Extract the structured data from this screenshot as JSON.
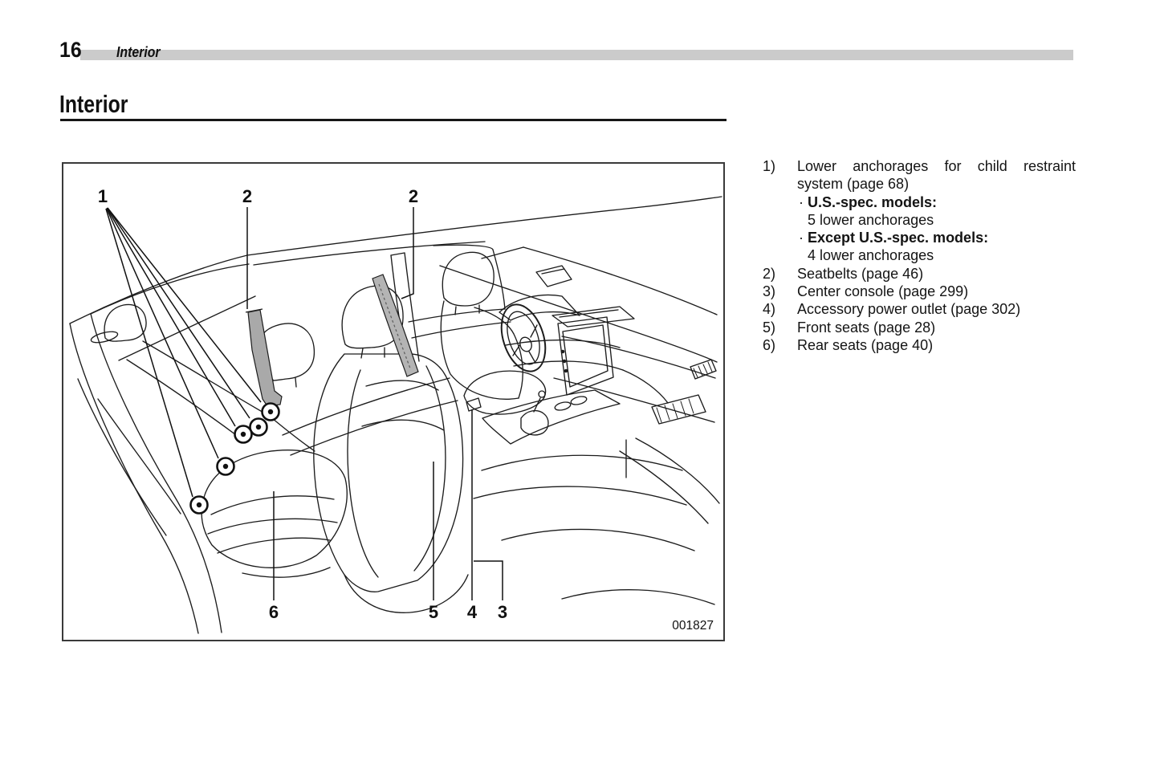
{
  "header": {
    "page_number": "16",
    "section": "Interior"
  },
  "title": "Interior",
  "figure": {
    "code": "001827",
    "callouts": {
      "anchorages": "1",
      "seatbelt_rear": "2",
      "seatbelt_front": "2",
      "center_console": "3",
      "power_outlet": "4",
      "front_seat": "5",
      "rear_seat": "6"
    }
  },
  "legend": {
    "items": [
      {
        "num": "1)",
        "line1": "Lower anchorages for child restraint",
        "line2": "system (page 68)",
        "subs": [
          {
            "bullet": "· ",
            "bold": "U.S.-spec. models:",
            "detail": "5 lower anchorages"
          },
          {
            "bullet": "· ",
            "bold": "Except U.S.-spec. models:",
            "detail": "4 lower anchorages"
          }
        ]
      },
      {
        "num": "2)",
        "text": "Seatbelts (page 46)"
      },
      {
        "num": "3)",
        "text": "Center console (page 299)"
      },
      {
        "num": "4)",
        "text": "Accessory power outlet (page 302)"
      },
      {
        "num": "5)",
        "text": "Front seats (page 28)"
      },
      {
        "num": "6)",
        "text": "Rear seats (page 40)"
      }
    ]
  }
}
